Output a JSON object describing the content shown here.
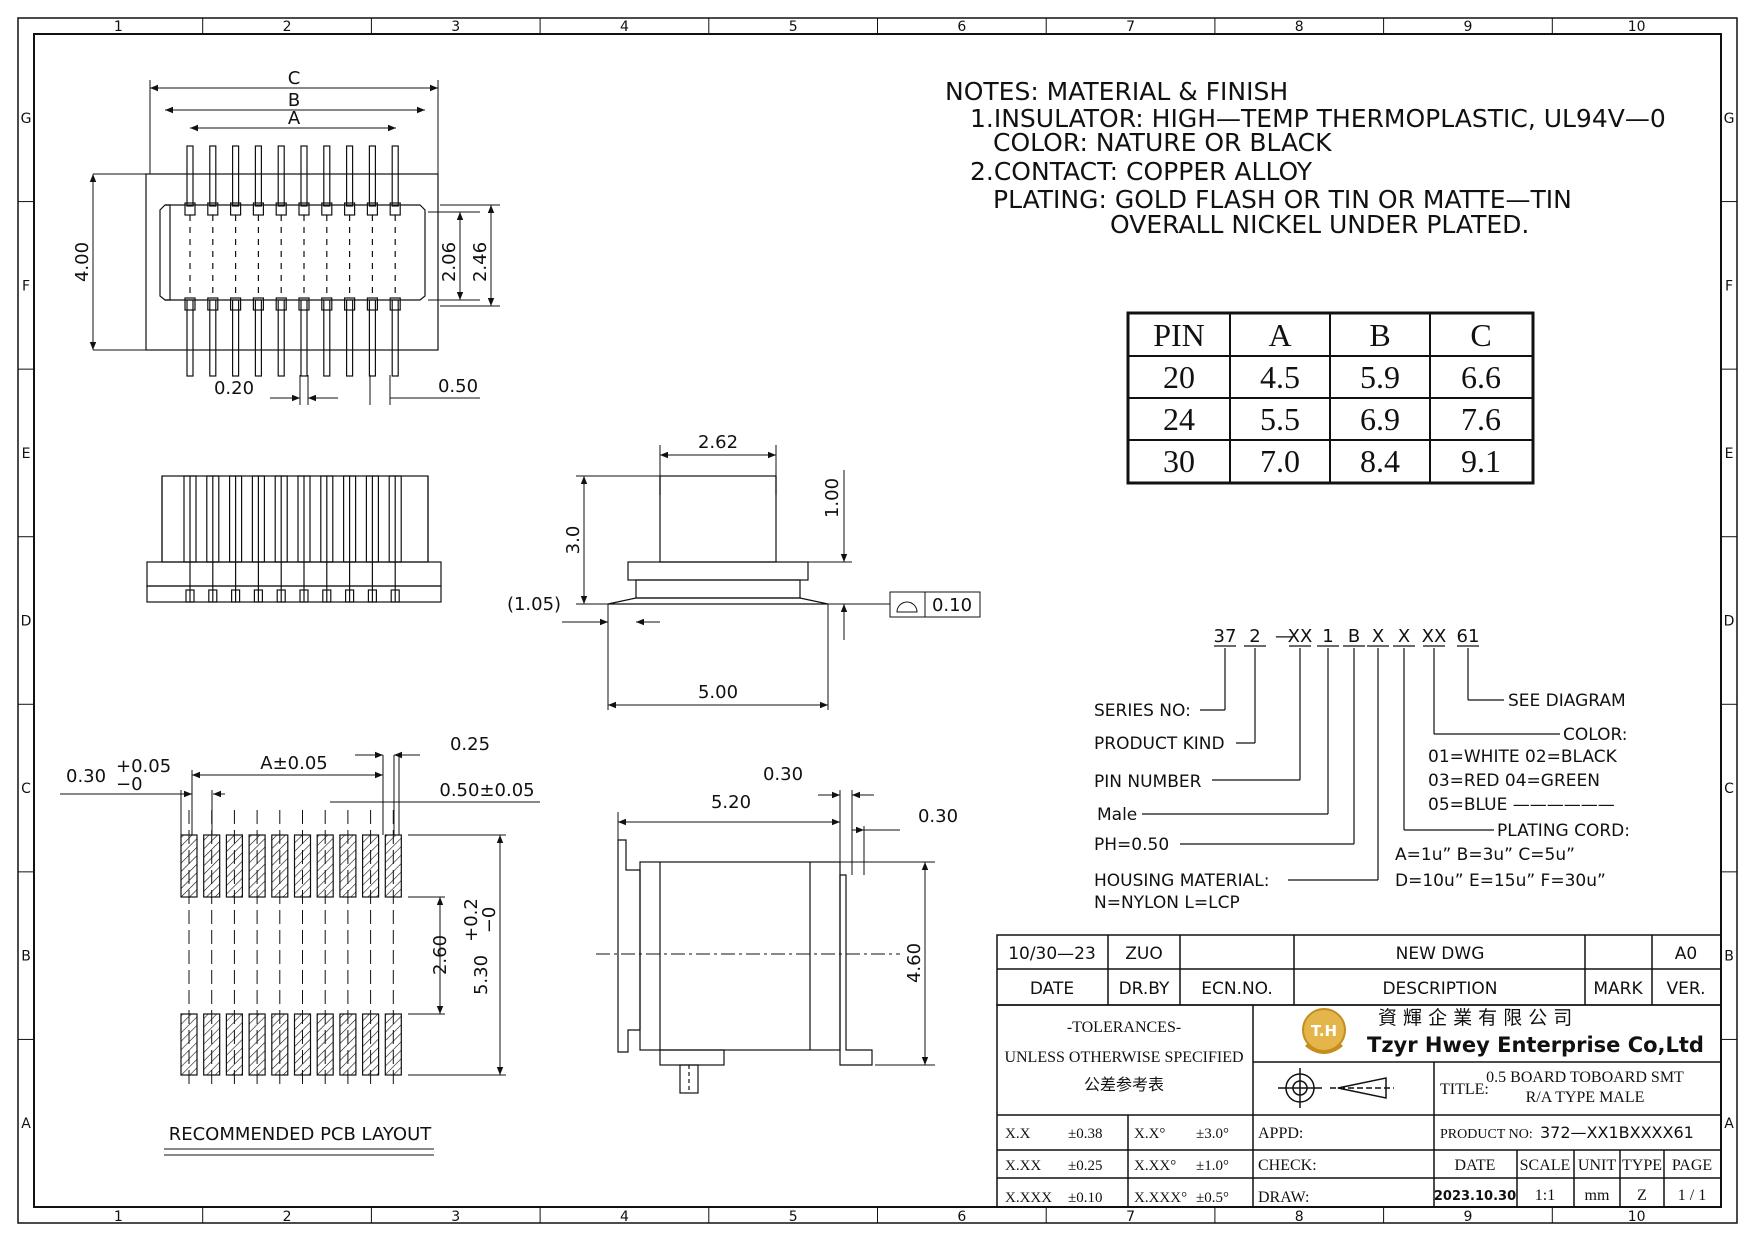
{
  "frame": {
    "columns": [
      "1",
      "2",
      "3",
      "4",
      "5",
      "6",
      "7",
      "8",
      "9",
      "10"
    ],
    "rows": [
      "G",
      "F",
      "E",
      "D",
      "C",
      "B",
      "A"
    ]
  },
  "notes": {
    "heading": "NOTES:  MATERIAL  &  FINISH",
    "line1": "1.INSULATOR: HIGH—TEMP  THERMOPLASTIC,  UL94V—0",
    "line2": "COLOR: NATURE  OR  BLACK",
    "line3": "2.CONTACT: COPPER  ALLOY",
    "line4": "PLATING: GOLD  FLASH  OR  TIN  OR  MATTE—TIN",
    "line5": "OVERALL  NICKEL  UNDER  PLATED."
  },
  "pin_table": {
    "headers": [
      "PIN",
      "A",
      "B",
      "C"
    ],
    "rows": [
      [
        "20",
        "4.5",
        "5.9",
        "6.6"
      ],
      [
        "24",
        "5.5",
        "6.9",
        "7.6"
      ],
      [
        "30",
        "7.0",
        "8.4",
        "9.1"
      ]
    ]
  },
  "top_view": {
    "dim_c": "C",
    "dim_b": "B",
    "dim_a": "A",
    "height": "4.00",
    "inner1": "2.06",
    "inner2": "2.46",
    "pitch_w": "0.20",
    "pitch": "0.50"
  },
  "side_view": {
    "width_top": "2.62",
    "height": "3.0",
    "step": "1.00",
    "offset": "(1.05)",
    "base": "5.00",
    "flatness": "0.10"
  },
  "pcb_layout": {
    "tol_left_a": "0.30",
    "tol_left_b": "+0.05",
    "tol_left_c": "−0",
    "a_dim": "A±0.05",
    "pad_w": "0.25",
    "pitch": "0.50±0.05",
    "gap": "2.60",
    "total_a": "5.30",
    "total_b": "+0.2",
    "total_c": "−0",
    "caption": "RECOMMENDED  PCB  LAYOUT"
  },
  "end_view": {
    "d1": "0.30",
    "d2": "5.20",
    "d3": "0.30",
    "height": "4.60"
  },
  "part_code": {
    "segments": [
      "37",
      "2",
      "—",
      "XX",
      "1",
      "B",
      "X",
      "X",
      "XX",
      "61"
    ],
    "series": "SERIES  NO:",
    "kind": "PRODUCT  KIND",
    "pin_number": "PIN  NUMBER",
    "male": "Male",
    "ph": "PH=0.50",
    "housing": "HOUSING  MATERIAL:",
    "housing_opts": "N=NYLON        L=LCP",
    "see": "SEE  DIAGRAM",
    "color": "COLOR:",
    "color1": "01=WHITE  02=BLACK",
    "color2": "03=RED     04=GREEN",
    "color3": "05=BLUE   ——————",
    "plating": "PLATING  CORD:",
    "plating1": "A=1u”   B=3u”   C=5u”",
    "plating2": "D=10u”  E=15u”  F=30u”"
  },
  "revision": {
    "date": "10/30—23",
    "drby": "ZUO",
    "ecn": "",
    "description": "NEW  DWG",
    "mark": "",
    "ver": "A0",
    "h_date": "DATE",
    "h_drby": "DR.BY",
    "h_ecn": "ECN.NO.",
    "h_desc": "DESCRIPTION",
    "h_mark": "MARK",
    "h_ver": "VER."
  },
  "title_block": {
    "tol1": "-TOLERANCES-",
    "tol2": "UNLESS OTHERWISE SPECIFIED",
    "tol3": "公差参考表",
    "company_cn": "資 輝 企 業 有 限 公 司",
    "company_en": "Tzyr Hwey Enterprise Co,Ltd",
    "logo_text": "T.H",
    "title_label": "TITLE:",
    "title1": "0.5 BOARD TOBOARD SMT",
    "title2": "R/A TYPE MALE",
    "product_label": "PRODUCT NO:",
    "product_no": "372—XX1BXXXX61",
    "appd": "APPD:",
    "check": "CHECK:",
    "draw": "DRAW:",
    "tols": [
      {
        "k": "X.X",
        "v": "±0.38",
        "ak": "X.X°",
        "av": "±3.0°"
      },
      {
        "k": "X.XX",
        "v": "±0.25",
        "ak": "X.XX°",
        "av": "±1.0°"
      },
      {
        "k": "X.XXX",
        "v": "±0.10",
        "ak": "X.XXX°",
        "av": "±0.5°"
      }
    ],
    "h_date": "DATE",
    "h_scale": "SCALE",
    "h_unit": "UNIT",
    "h_type": "TYPE",
    "h_page": "PAGE",
    "v_date": "2023.10.30",
    "v_scale": "1:1",
    "v_unit": "mm",
    "v_type": "Z",
    "v_page": "1 / 1"
  }
}
